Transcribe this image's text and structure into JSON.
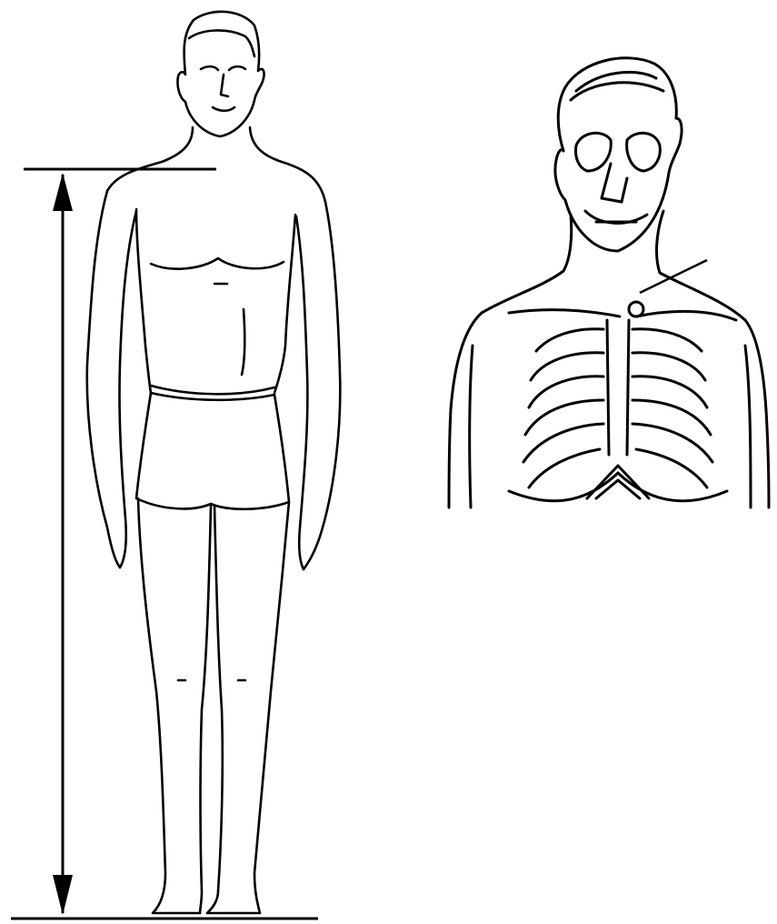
{
  "figure": {
    "panels": [
      {
        "id": "full-body-standing",
        "content": "standing-figure-with-height-arrow"
      },
      {
        "id": "upper-torso-skeleton",
        "content": "head-and-ribcage-with-pointer-line"
      }
    ],
    "measurement": {
      "type": "vertical-double-arrow",
      "from": "shoulder-line",
      "to": "floor-line"
    },
    "colors": {
      "ink": "#000000",
      "background": "#ffffff"
    }
  }
}
